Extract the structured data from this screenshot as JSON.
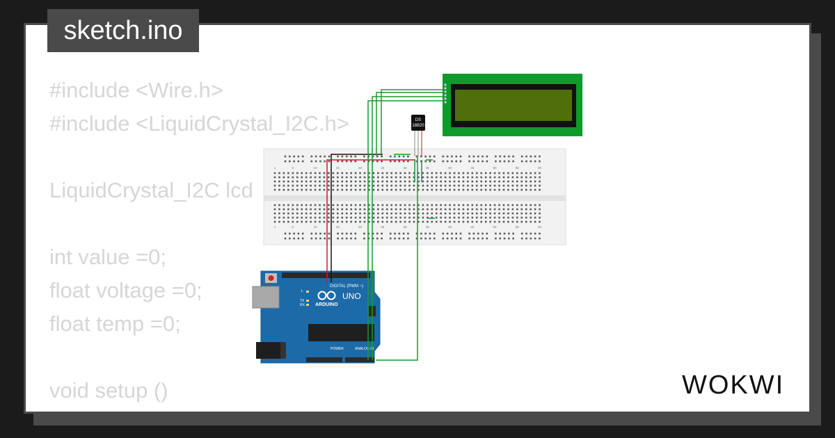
{
  "file_tab": {
    "label": "sketch.ino"
  },
  "code_lines": [
    "#include <Wire.h>",
    "#include <LiquidCrystal_I2C.h>",
    "",
    "LiquidCrystal_I2C lcd",
    "",
    "int value =0;",
    "float voltage =0;",
    "float temp =0;",
    "",
    "void setup ()",
    "{"
  ],
  "sensor": {
    "line1": "DS",
    "line2": "18B20"
  },
  "breadboard": {
    "column_numbers": [
      "1",
      "5",
      "10",
      "15",
      "20",
      "25",
      "30",
      "35",
      "40",
      "45",
      "50",
      "55",
      "60"
    ]
  },
  "arduino": {
    "brand": "ARDUINO",
    "model": "UNO",
    "digital_label": "DIGITAL (PWM ~)",
    "power_label": "POWER",
    "analog_label": "ANALOG IN",
    "tx_label": "TX",
    "rx_label": "RX",
    "l_label": "L"
  },
  "lcd": {
    "backlight_color": "#0f9a2c",
    "screen_color": "#4f6f0c"
  },
  "wire_colors": {
    "ground": "#111111",
    "power": "#d01b1b",
    "signal": "#1a9a2a"
  },
  "brand": {
    "name": "WOKWI"
  }
}
